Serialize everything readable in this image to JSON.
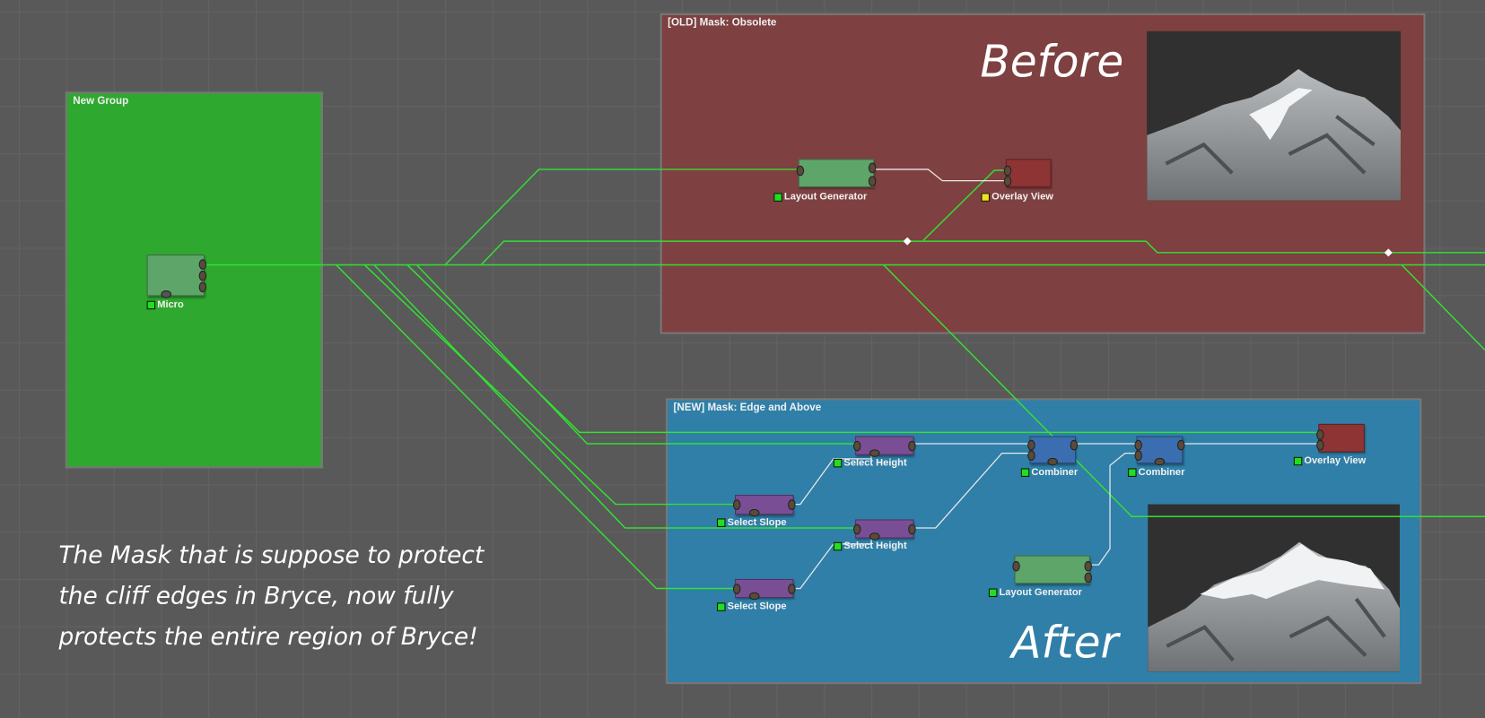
{
  "groups": {
    "new_group": {
      "title": "New Group",
      "color": "#2ea82e"
    },
    "old_mask": {
      "title": "[OLD] Mask: Obsolete",
      "color": "#7e4040"
    },
    "new_mask": {
      "title": "[NEW] Mask: Edge and Above",
      "color": "#2f7fa8"
    }
  },
  "nodes": {
    "micro": "Micro",
    "old_layout_generator": "Layout Generator",
    "old_overlay_view": "Overlay View",
    "select_height_1": "Select Height",
    "select_height_2": "Select Height",
    "select_slope_1": "Select Slope",
    "select_slope_2": "Select Slope",
    "combiner_1": "Combiner",
    "combiner_2": "Combiner",
    "new_overlay_view": "Overlay View",
    "new_layout_generator": "Layout Generator"
  },
  "annotations": {
    "before": "Before",
    "after": "After",
    "caption": [
      "The Mask that is suppose to protect",
      "the cliff edges in Bryce, now fully",
      "protects the entire region of Bryce!"
    ]
  },
  "colors": {
    "wire_active": "#33e033",
    "wire_internal": "#e8e8e8"
  }
}
